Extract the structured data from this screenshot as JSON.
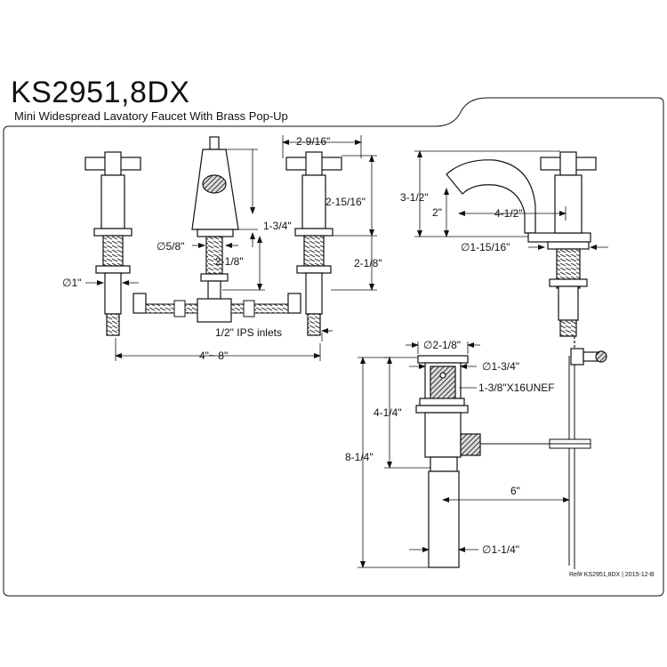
{
  "header": {
    "model": "KS2951,8DX",
    "description": "Mini Widespread Lavatory Faucet With Brass Pop-Up"
  },
  "dimensions": {
    "handle_spacing_top": "2-9/16\"",
    "handle_height": "2-15/16\"",
    "spout_height_front": "1-3/4\"",
    "aerator_dia": "∅5/8\"",
    "shank_length_center": "2-1/8\"",
    "shank_length_right": "2-1/8\"",
    "shank_dia": "∅1\"",
    "inlets": "1/2\" IPS inlets",
    "spread": "4\"~ 8\"",
    "side_total_height": "3-1/2\"",
    "side_spout_clearance": "2\"",
    "spout_reach": "4-1/2\"",
    "base_dia": "∅1-15/16\"",
    "drain_flange_dia": "∅2-1/8\"",
    "drain_body_dia": "∅1-3/4\"",
    "drain_thread": "1-3/8\"X16UNEF",
    "drain_upper_length": "4-1/4\"",
    "drain_total_length": "8-1/4\"",
    "rod_length": "6\"",
    "tailpiece_dia": "∅1-1/4\""
  },
  "footer": {
    "reference": "Ref# KS2951,8DX | 2015-12-B"
  },
  "colors": {
    "line": "#111111",
    "hatch": "#555555"
  }
}
